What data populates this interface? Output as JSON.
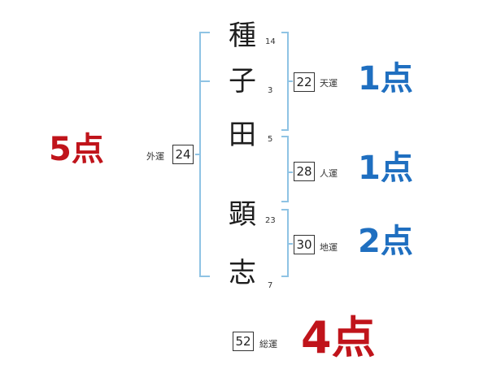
{
  "name": {
    "characters": [
      {
        "char": "種",
        "strokes": "14"
      },
      {
        "char": "子",
        "strokes": "3"
      },
      {
        "char": "田",
        "strokes": "5"
      },
      {
        "char": "顕",
        "strokes": "23"
      },
      {
        "char": "志",
        "strokes": "7"
      }
    ]
  },
  "fortunes": {
    "ten": {
      "value": "22",
      "label": "天運",
      "score": "1点"
    },
    "jin": {
      "value": "28",
      "label": "人運",
      "score": "1点"
    },
    "chi": {
      "value": "30",
      "label": "地運",
      "score": "2点"
    },
    "gai": {
      "value": "24",
      "label": "外運",
      "score": "5点"
    },
    "total": {
      "value": "52",
      "label": "総運",
      "score": "4点"
    }
  },
  "colors": {
    "bracket": "#8fc3e4",
    "score_blue": "#1f6fc0",
    "score_red": "#c0141b"
  }
}
